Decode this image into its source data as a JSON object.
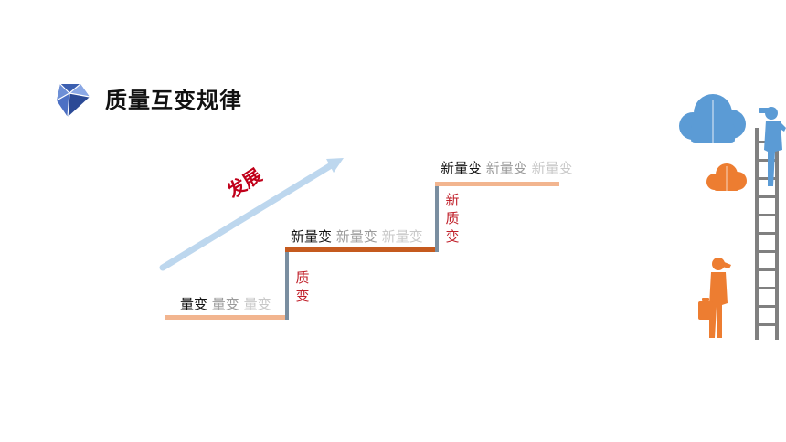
{
  "header": {
    "title": "质量互变规律",
    "icon": "diamond-icon"
  },
  "diagram": {
    "arrow_label": "发展",
    "steps": [
      {
        "labels": [
          "量变",
          "量变",
          "量变"
        ]
      },
      {
        "labels": [
          "新量变",
          "新量变",
          "新量变"
        ],
        "riser_label": "质变"
      },
      {
        "labels": [
          "新量变",
          "新量变",
          "新量变"
        ],
        "riser_label": "新质变"
      }
    ]
  },
  "colors": {
    "step1": "#f2b58f",
    "step2": "#c55a1e",
    "step3": "#f2b58f",
    "riser": "#7a8ea0",
    "arrow": "#bdd7ee",
    "accent_red": "#c0001a",
    "cloud_blue": "#5b9bd5",
    "cloud_orange": "#ed7d31"
  },
  "decorations": [
    "cloud-icon",
    "ladder-icon",
    "person-climbing-icon",
    "person-with-briefcase-icon"
  ]
}
